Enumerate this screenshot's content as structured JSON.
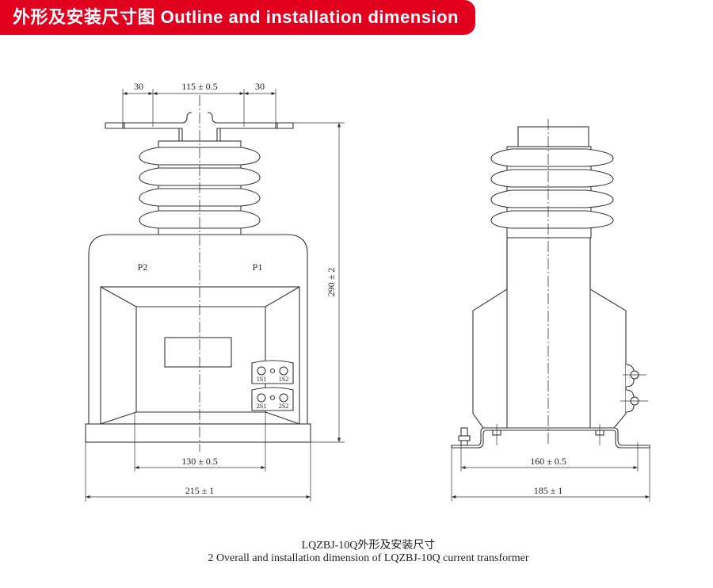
{
  "banner": {
    "title": "外形及安装尺寸图 Outline and installation dimension",
    "color": "#e2001f"
  },
  "front_view": {
    "dims": {
      "left_tab": "30",
      "center": "115 ± 0.5",
      "right_tab": "30",
      "height": "290 ± 2",
      "mount": "130 ± 0.5",
      "width": "215 ± 1"
    },
    "terminals": {
      "primary_left": "P2",
      "primary_right": "P1",
      "s1a": "1S1",
      "s1b": "1S2",
      "s2a": "2S1",
      "s2b": "2S2"
    }
  },
  "side_view": {
    "dims": {
      "mount": "160 ± 0.5",
      "width": "185 ± 1"
    }
  },
  "caption": {
    "line1": "LQZBJ-10Q外形及安装尺寸",
    "line2": "2 Overall and installation dimension of  LQZBJ-10Q current transformer"
  }
}
